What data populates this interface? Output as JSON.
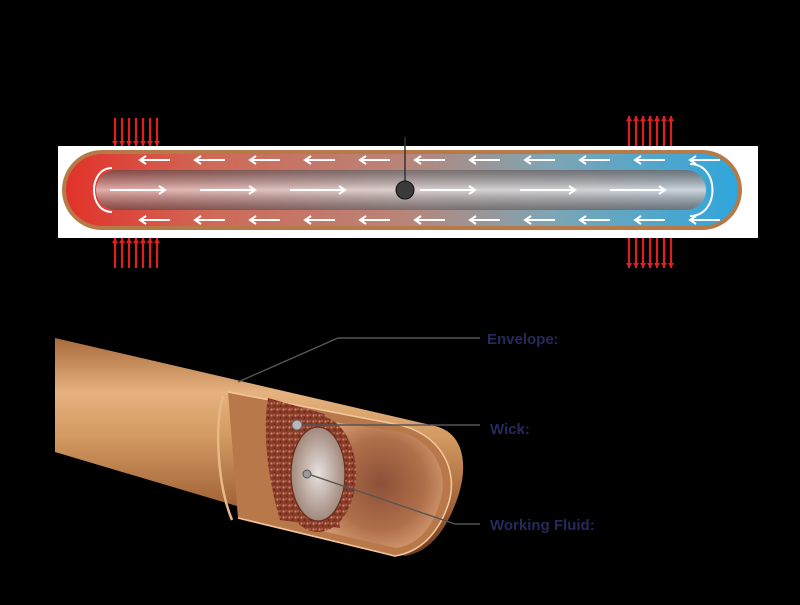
{
  "callouts": {
    "envelope": "Envelope:",
    "wick": "Wick:",
    "working_fluid": "Working Fluid:"
  },
  "colors": {
    "background": "#000000",
    "hot_end": "#e8322a",
    "cold_end": "#2ea6dc",
    "copper": "#c98a52",
    "heat_arrows": "#e02020",
    "label_text": "#252a5a",
    "leader_lines": "#555555"
  },
  "icons": {
    "heat_in_arrows": "arrow-down-icon",
    "heat_out_arrows": "arrow-up-icon",
    "vapor_flow_arrows": "arrow-right-icon",
    "liquid_return_arrows": "arrow-left-icon"
  }
}
